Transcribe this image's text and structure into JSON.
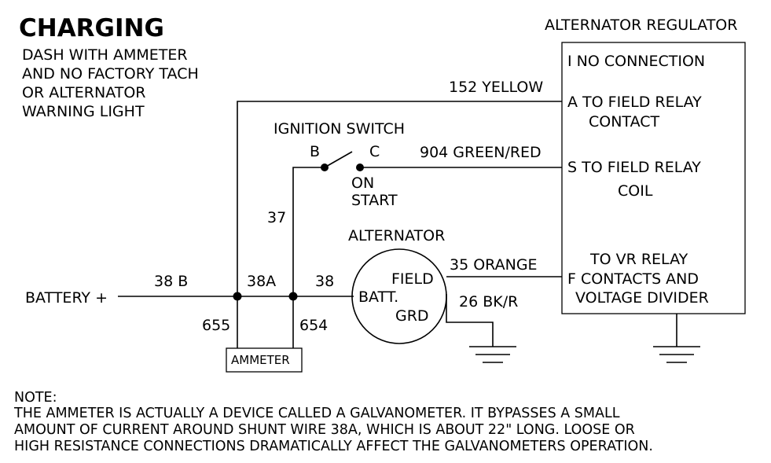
{
  "title": "CHARGING",
  "subtitle_lines": [
    "DASH WITH AMMETER",
    "AND NO FACTORY TACH",
    "OR ALTERNATOR",
    "WARNING LIGHT"
  ],
  "regulator": {
    "title": "ALTERNATOR REGULATOR",
    "terminal_i": "I  NO CONNECTION",
    "terminal_a_1": "A  TO FIELD RELAY",
    "terminal_a_2": "CONTACT",
    "terminal_s_1": "S  TO FIELD RELAY",
    "terminal_s_2": "COIL",
    "terminal_f_0": "TO VR RELAY",
    "terminal_f_1": "F  CONTACTS AND",
    "terminal_f_2": "VOLTAGE DIVIDER"
  },
  "ignition_switch": {
    "title": "IGNITION SWITCH",
    "terminal_b": "B",
    "terminal_c": "C",
    "pos_on": "ON",
    "pos_start": "START"
  },
  "alternator": {
    "title": "ALTERNATOR",
    "field": "FIELD",
    "batt": "BATT.",
    "grd": "GRD"
  },
  "wires": {
    "w152": "152 YELLOW",
    "w904": "904 GREEN/RED",
    "w37": "37",
    "w38b": "38 B",
    "w38a": "38A",
    "w38": "38",
    "w35": "35 ORANGE",
    "w26": "26 BK/R",
    "w655": "655",
    "w654": "654"
  },
  "battery_label": "BATTERY +",
  "ammeter_label": "AMMETER",
  "note": {
    "heading": "NOTE:",
    "lines": [
      "THE AMMETER IS ACTUALLY A DEVICE CALLED A GALVANOMETER. IT BYPASSES A SMALL",
      "AMOUNT OF CURRENT AROUND SHUNT WIRE 38A, WHICH IS ABOUT 22\" LONG.  LOOSE OR",
      "HIGH RESISTANCE CONNECTIONS DRAMATICALLY AFFECT THE GALVANOMETERS OPERATION."
    ]
  }
}
